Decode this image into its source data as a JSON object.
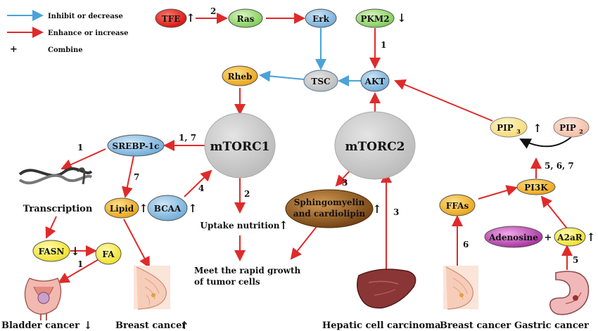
{
  "legend": {
    "inhibit": "Inhibit or decrease",
    "enhance": "Enhance or increase",
    "combine_symbol": "+",
    "combine": "Combine"
  },
  "colors": {
    "inhibit_arrow": "#4aa3d8",
    "enhance_arrow": "#e02a2a",
    "grey_node": "#c8c8c8",
    "green_node": "#8fd66a",
    "blue_node": "#6aa9d8",
    "orange_node": "#f2b21a",
    "yellow_node": "#f5ef3a",
    "purple_node": "#b43aa9",
    "red_node": "#e01010"
  },
  "nodes": {
    "tfe": "TFE",
    "ras": "Ras",
    "erk": "Erk",
    "pkm2": "PKM2",
    "rheb": "Rheb",
    "tsc": "TSC",
    "akt": "AKT",
    "mtorc1": "mTORC1",
    "mtorc2": "mTORC2",
    "srebp": "SREBP-1c",
    "pip3": "PIP",
    "pip3_sub": "3",
    "pip2": "PIP",
    "pip2_sub": "2",
    "lipid": "Lipid",
    "bcaa": "BCAA",
    "sphingo_1": "Sphingomyelin",
    "sphingo_2": "and cardiolipin",
    "ffas": "FFAs",
    "pi3k": "PI3K",
    "adenosine": "Adenosine",
    "plus": "+",
    "a2ar": "A2aR",
    "fasn": "FASN",
    "fa": "FA"
  },
  "texts": {
    "transcription": "Transcription",
    "uptake": "Uptake nutrition",
    "meet_1": "Meet the rapid growth",
    "meet_2": "of tumor cells",
    "bladder": "Bladder cancer",
    "breast_left": "Breast cancer",
    "hepatic": "Hepatic cell carcinoma",
    "breast_right": "Breast cancer",
    "gastric": "Gastric cancer"
  },
  "numbers": {
    "n_tfe_ras": "2",
    "n_pkm2_akt": "1",
    "n_srebp_trans": "1",
    "n_mtorc1_srebp": "1, 7",
    "n_srebp_lipid": "7",
    "n_bcaa": "4",
    "n_uptake": "2",
    "n_sphingo": "3",
    "n_hepatic": "3",
    "n_pi3k": "5, 6, 7",
    "n_ffas": "6",
    "n_gastric": "5",
    "n_fa_bladder": "1"
  },
  "indicators": {
    "up": "↑",
    "down": "↓"
  }
}
